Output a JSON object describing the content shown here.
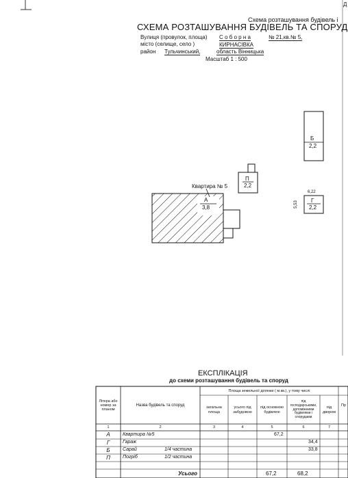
{
  "page_corner": "Д",
  "header_note": "Схема розташування будівель і",
  "title": "СХЕМА РОЗТАШУВАННЯ БУДІВЕЛЬ ТА СПОРУД",
  "street_label": "Вулиця (провулок, площа)",
  "street_value": "С о б о р н а",
  "house_value": "№ 21,кв.№ 5,",
  "town_label": "місто (селище, село )",
  "town_value": "КИРНАСІВКА",
  "district_label": "район",
  "district_value": "Тульчинський,",
  "region_label": "область Вінницька",
  "scale": "Масштаб 1 : 500",
  "plan": {
    "building_b": {
      "letter": "Б",
      "area": "2,2"
    },
    "building_p": {
      "letter": "П",
      "area": "2,2"
    },
    "building_g": {
      "letter": "Г",
      "area": "2,2",
      "dim_w": "6,22",
      "dim_h": "5,53"
    },
    "apartment": {
      "callout": "Квартира № 5",
      "letter": "А",
      "area": "3,8"
    }
  },
  "explication": {
    "title": "ЕКСПЛІКАЦІЯ",
    "subtitle": "до схеми розташування будівель та споруд",
    "headers": {
      "liter": "Літера або номер за планом",
      "name": "Назва будівель та споруд",
      "area_group": "Площа земельної ділянки ( м.кв.), у тому числі",
      "total": "загальна площа",
      "built": "усього під забудовою",
      "main": "під основною будівлею",
      "household": "під господарськими, допоміжними будівлями і спорудами",
      "yard": "під двором",
      "cut": "Пр"
    },
    "col_numbers": [
      "1",
      "2",
      "3",
      "4",
      "5",
      "6",
      "7"
    ],
    "rows": [
      {
        "liter": "А",
        "name": "Квартира №5",
        "part": "",
        "main": "67,2",
        "household": ""
      },
      {
        "liter": "Г",
        "name": "Гараж",
        "part": "",
        "main": "",
        "household": "34,4"
      },
      {
        "liter": "Б",
        "name": "Сарай",
        "part": "1/4 частина",
        "main": "",
        "household": "33,8"
      },
      {
        "liter": "П",
        "name": "Погріб",
        "part": "1/2 частина",
        "main": "",
        "household": ""
      }
    ],
    "total_label": "Усього",
    "total_main": "67,2",
    "total_household": "68,2"
  }
}
